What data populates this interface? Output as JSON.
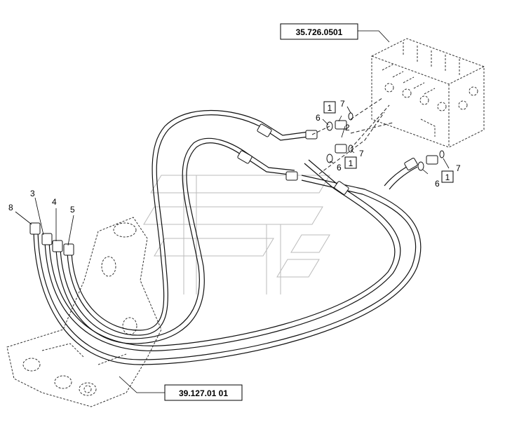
{
  "references": {
    "valve": "35.726.0501",
    "motor": "39.127.01 01"
  },
  "callouts": {
    "hose_8": "8",
    "hose_3": "3",
    "hose_4": "4",
    "hose_5": "5",
    "fitting_2": "2",
    "oring_6_top": "6",
    "oring_6_mid": "6",
    "oring_6_right": "6",
    "seal_7_top": "7",
    "seal_7_mid": "7",
    "seal_7_right": "7",
    "box_1_top": "1",
    "box_1_mid": "1",
    "box_1_right": "1"
  }
}
